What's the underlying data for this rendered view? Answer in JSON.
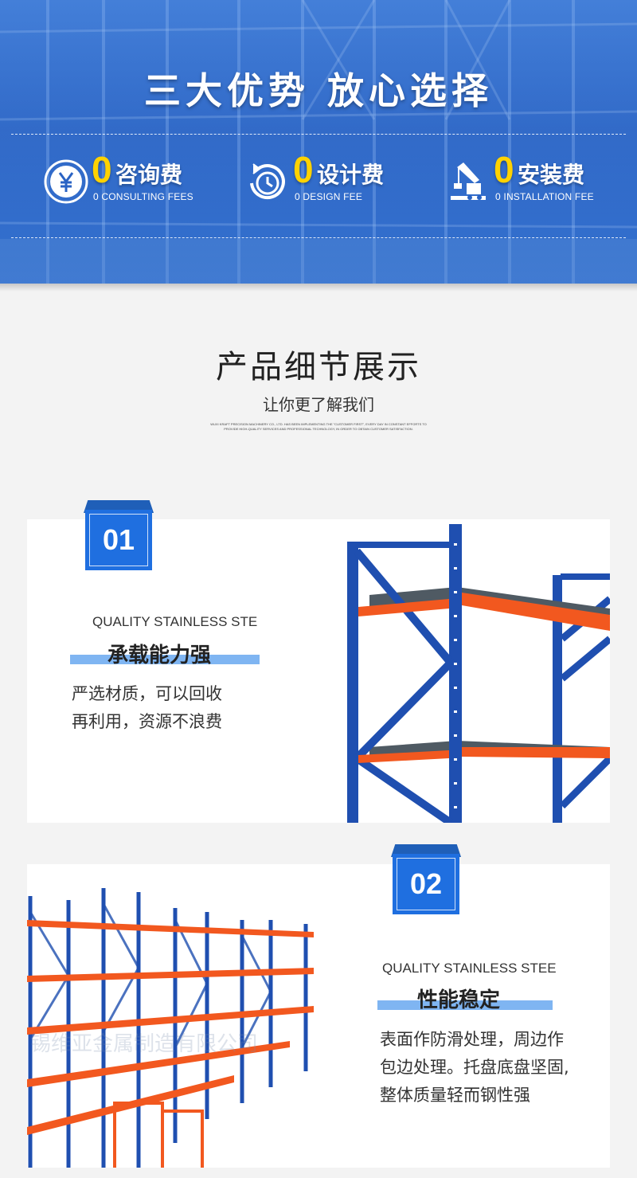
{
  "banner": {
    "title": "三大优势  放心选择",
    "fees": [
      {
        "zero": "0",
        "name": "咨询费",
        "en": "0 CONSULTING FEES",
        "icon": "yen-coin-icon"
      },
      {
        "zero": "0",
        "name": "设计费",
        "en": "0 DESIGN FEE",
        "icon": "clock-refresh-icon"
      },
      {
        "zero": "0",
        "name": "安装费",
        "en": "0 INSTALLATION FEE",
        "icon": "crane-icon"
      }
    ]
  },
  "section": {
    "title": "产品细节展示",
    "subtitle": "让你更了解我们",
    "fine_print": "WUXI KRAFT PRECISION MACHINERY CO., LTD. HAS BEEN IMPLEMENTING THE \"CUSTOMER FIRST\", EVERY DAY IN CONSTANT EFFORTS TO PROVIDE HIGH-QUALITY SERVICES AND PROFESSIONAL TECHNOLOGY, IN ORDER TO OBTAIN CUSTOMER SATISFACTION."
  },
  "features": [
    {
      "number": "01",
      "en": "QUALITY STAINLESS STE",
      "title": "承载能力强",
      "desc_lines": [
        "严选材质，可以回收",
        "再利用，资源不浪费"
      ]
    },
    {
      "number": "02",
      "en": "QUALITY STAINLESS STEE",
      "title": "性能稳定",
      "desc_lines": [
        "表面作防滑处理，周边作",
        "包边处理。托盘底盘坚固,",
        "整体质量轻而钢性强"
      ],
      "watermark": "锡维亚金属制造有限公司"
    }
  ],
  "colors": {
    "accent_blue": "#1f6fe0",
    "rack_blue": "#1f4fb0",
    "beam_orange": "#f2581f",
    "zero_yellow": "#ffd200",
    "highlight_bar": "#7fb5f2"
  }
}
